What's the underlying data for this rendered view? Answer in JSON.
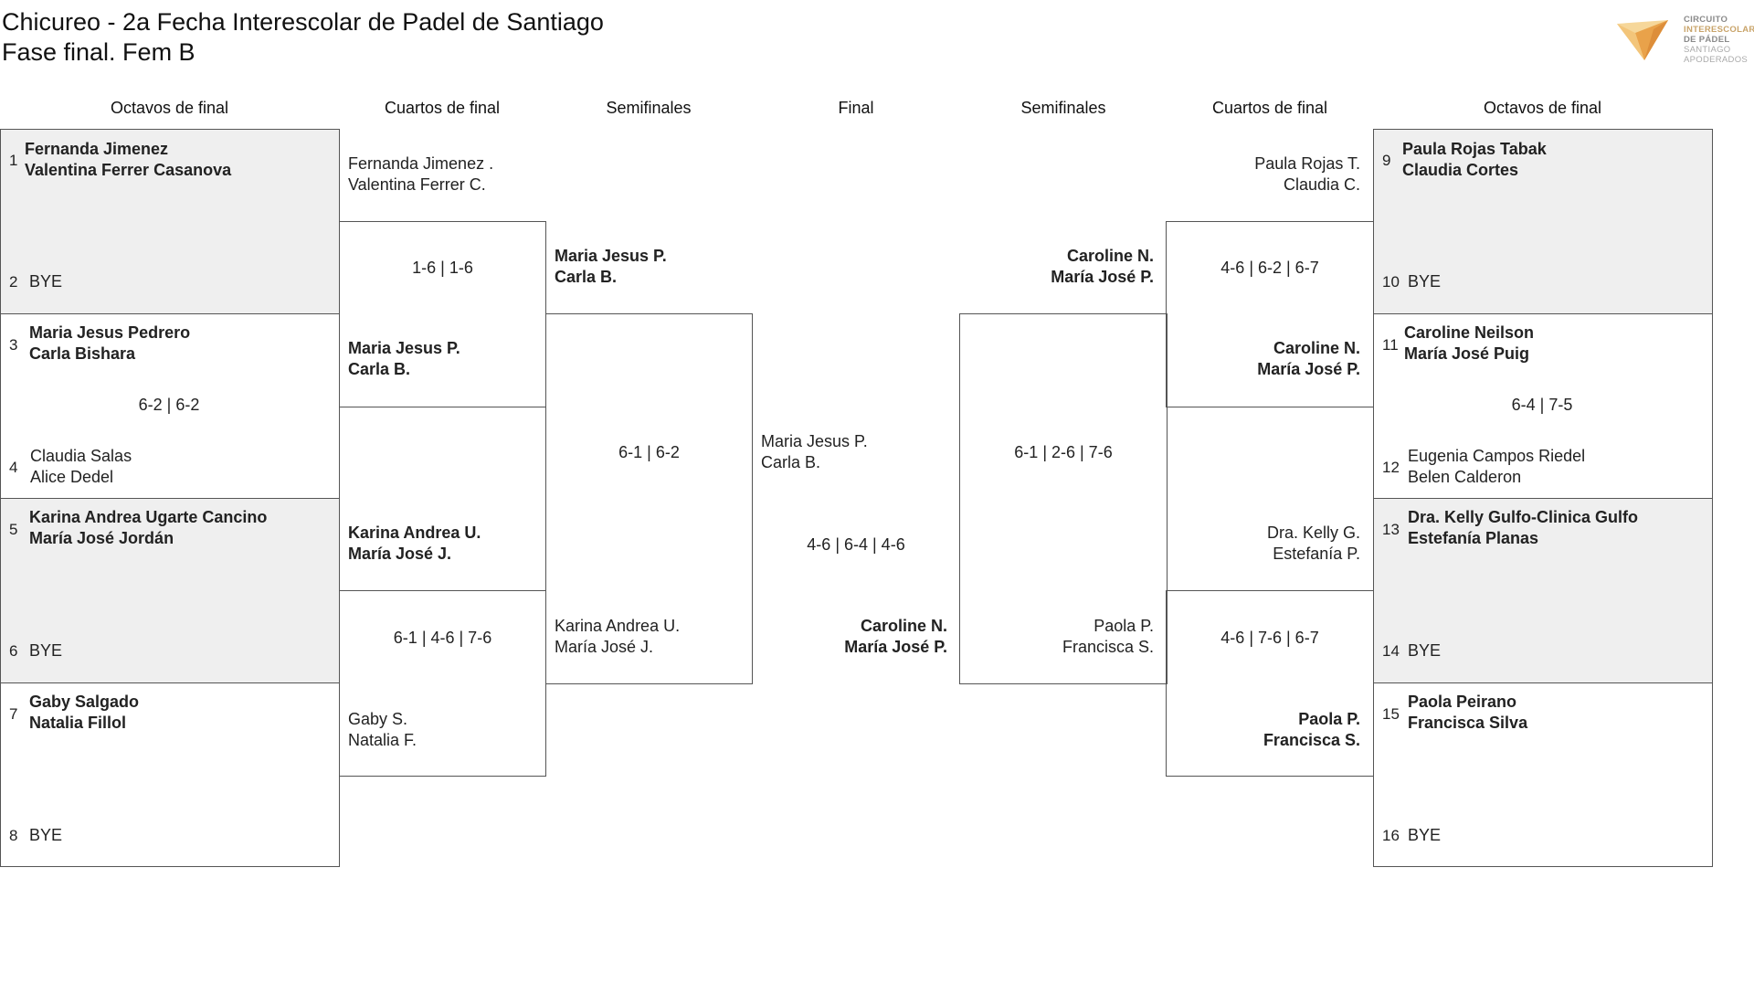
{
  "title": "Chicureo - 2a Fecha Interescolar de Padel de Santiago",
  "subtitle": "Fase final. Fem B",
  "logo": {
    "line1": "CIRCUITO",
    "line2": "INTERESCOLAR",
    "line3": "DE PÁDEL",
    "line4": "SANTIAGO",
    "line5": "APODERADOS",
    "colors": [
      "#f3c57a",
      "#e9a24a",
      "#d98a36"
    ]
  },
  "rounds": {
    "left_r16": "Octavos de final",
    "left_qf": "Cuartos de final",
    "left_sf": "Semifinales",
    "final": "Final",
    "right_sf": "Semifinales",
    "right_qf": "Cuartos de final",
    "right_r16": "Octavos de final"
  },
  "left_r16": {
    "s1": {
      "num": "1",
      "p1": "Fernanda Jimenez",
      "p2": "Valentina Ferrer Casanova"
    },
    "s2": {
      "num": "2",
      "p1": "BYE"
    },
    "s3": {
      "num": "3",
      "p1": "Maria Jesus Pedrero",
      "p2": "Carla Bishara"
    },
    "s4": {
      "num": "4",
      "p1": "Claudia Salas",
      "p2": "Alice Dedel"
    },
    "m34_score": "6-2 | 6-2",
    "s5": {
      "num": "5",
      "p1": "Karina Andrea Ugarte Cancino",
      "p2": "María José Jordán"
    },
    "s6": {
      "num": "6",
      "p1": "BYE"
    },
    "s7": {
      "num": "7",
      "p1": "Gaby Salgado",
      "p2": "Natalia Fillol"
    },
    "s8": {
      "num": "8",
      "p1": "BYE"
    }
  },
  "left_qf": {
    "a": {
      "p1": "Fernanda Jimenez .",
      "p2": "Valentina Ferrer C."
    },
    "b": {
      "p1": "Maria Jesus P.",
      "p2": "Carla B."
    },
    "m1_score": "1-6 | 1-6",
    "c": {
      "p1": "Karina Andrea U.",
      "p2": "María José J."
    },
    "d": {
      "p1": "Gaby S.",
      "p2": "Natalia F."
    },
    "m2_score": "6-1 | 4-6 | 7-6"
  },
  "left_sf": {
    "a": {
      "p1": "Maria Jesus P.",
      "p2": "Carla B."
    },
    "b": {
      "p1": "Karina Andrea U.",
      "p2": "María José J."
    },
    "score": "6-1 | 6-2"
  },
  "final": {
    "a": {
      "p1": "Maria Jesus P.",
      "p2": "Carla B."
    },
    "b": {
      "p1": "Caroline N.",
      "p2": "María José P."
    },
    "score": "4-6 | 6-4 | 4-6"
  },
  "right_sf": {
    "a": {
      "p1": "Caroline N.",
      "p2": "María José P."
    },
    "b": {
      "p1": "Paola P.",
      "p2": "Francisca S."
    },
    "score": "6-1 | 2-6 | 7-6"
  },
  "right_qf": {
    "a": {
      "p1": "Paula Rojas T.",
      "p2": "Claudia C."
    },
    "b": {
      "p1": "Caroline N.",
      "p2": "María José P."
    },
    "m1_score": "4-6 | 6-2 | 6-7",
    "c": {
      "p1": "Dra. Kelly G.",
      "p2": "Estefanía P."
    },
    "d": {
      "p1": "Paola P.",
      "p2": "Francisca S."
    },
    "m2_score": "4-6 | 7-6 | 6-7"
  },
  "right_r16": {
    "s9": {
      "num": "9",
      "p1": "Paula Rojas Tabak",
      "p2": "Claudia Cortes"
    },
    "s10": {
      "num": "10",
      "p1": "BYE"
    },
    "s11": {
      "num": "11",
      "p1": "Caroline Neilson",
      "p2": "María José Puig"
    },
    "s12": {
      "num": "12",
      "p1": "Eugenia Campos Riedel",
      "p2": "Belen Calderon"
    },
    "m1112_score": "6-4 | 7-5",
    "s13": {
      "num": "13",
      "p1": "Dra. Kelly Gulfo-Clinica Gulfo",
      "p2": "Estefanía Planas"
    },
    "s14": {
      "num": "14",
      "p1": "BYE"
    },
    "s15": {
      "num": "15",
      "p1": "Paola Peirano",
      "p2": "Francisca Silva"
    },
    "s16": {
      "num": "16",
      "p1": "BYE"
    }
  }
}
